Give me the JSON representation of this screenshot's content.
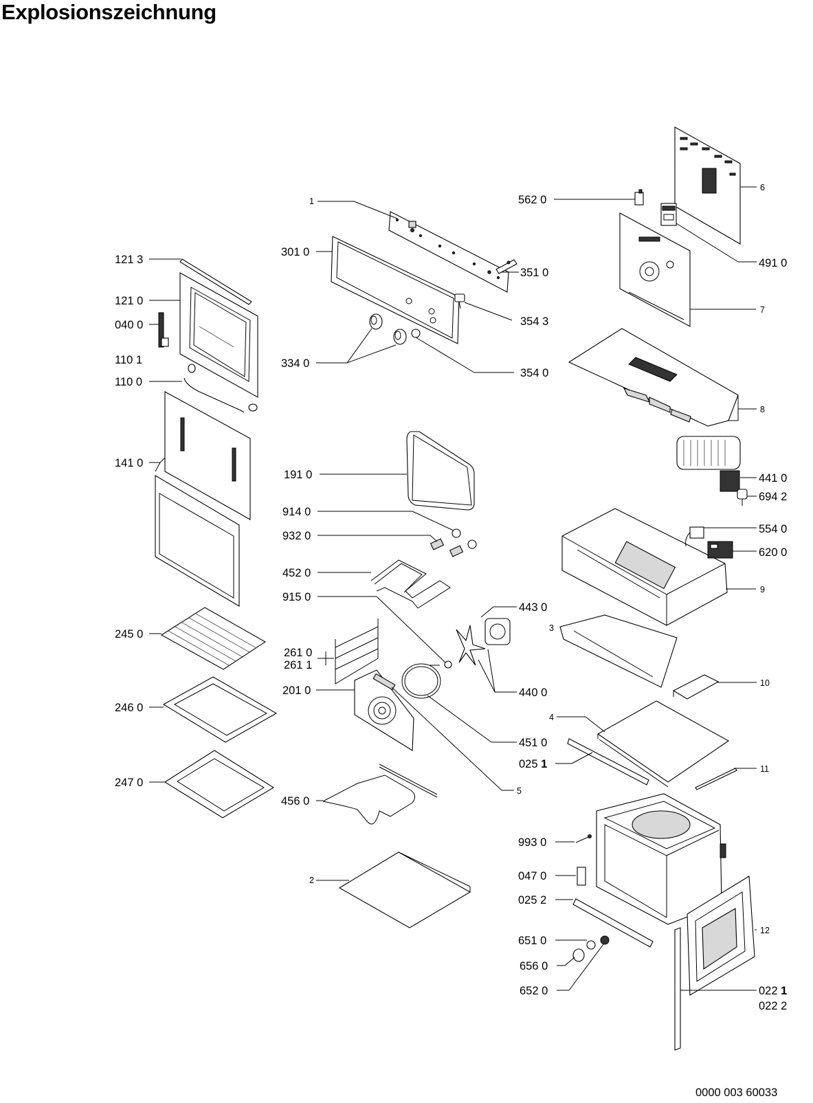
{
  "title": "Explosionszeichnung",
  "doc_number": "0000 003 60033",
  "labels": {
    "l_1": "1",
    "l_301_0": "301 0",
    "l_351_0": "351 0",
    "l_354_3": "354 3",
    "l_334_0": "334 0",
    "l_354_0": "354 0",
    "l_562_0": "562 0",
    "l_6": "6",
    "l_491_0": "491 0",
    "l_7": "7",
    "l_8": "8",
    "l_441_0": "441 0",
    "l_694_2": "694 2",
    "l_554_0": "554 0",
    "l_620_0": "620 0",
    "l_9": "9",
    "l_3": "3",
    "l_10": "10",
    "l_4": "4",
    "l_025_1": "025",
    "l_025_1b": "1",
    "l_11": "11",
    "l_121_3": "121 3",
    "l_121_0": "121 0",
    "l_040_0": "040 0",
    "l_110_1": "110 1",
    "l_110_0": "110 0",
    "l_141_0": "141 0",
    "l_191_0": "191 0",
    "l_914_0": "914 0",
    "l_932_0": "932 0",
    "l_452_0": "452 0",
    "l_915_0": "915 0",
    "l_443_0": "443 0",
    "l_440_0": "440 0",
    "l_245_0": "245 0",
    "l_261_0": "261 0",
    "l_261_1": "261 1",
    "l_201_0": "201 0",
    "l_451_0": "451 0",
    "l_246_0": "246 0",
    "l_247_0": "247 0",
    "l_5": "5",
    "l_456_0": "456 0",
    "l_2": "2",
    "l_993_0": "993 0",
    "l_047_0": "047 0",
    "l_025_2": "025 2",
    "l_12": "12",
    "l_651_0": "651 0",
    "l_656_0": "656 0",
    "l_652_0": "652 0",
    "l_022_1": "022",
    "l_022_1b": "1",
    "l_022_2": "022 2"
  }
}
